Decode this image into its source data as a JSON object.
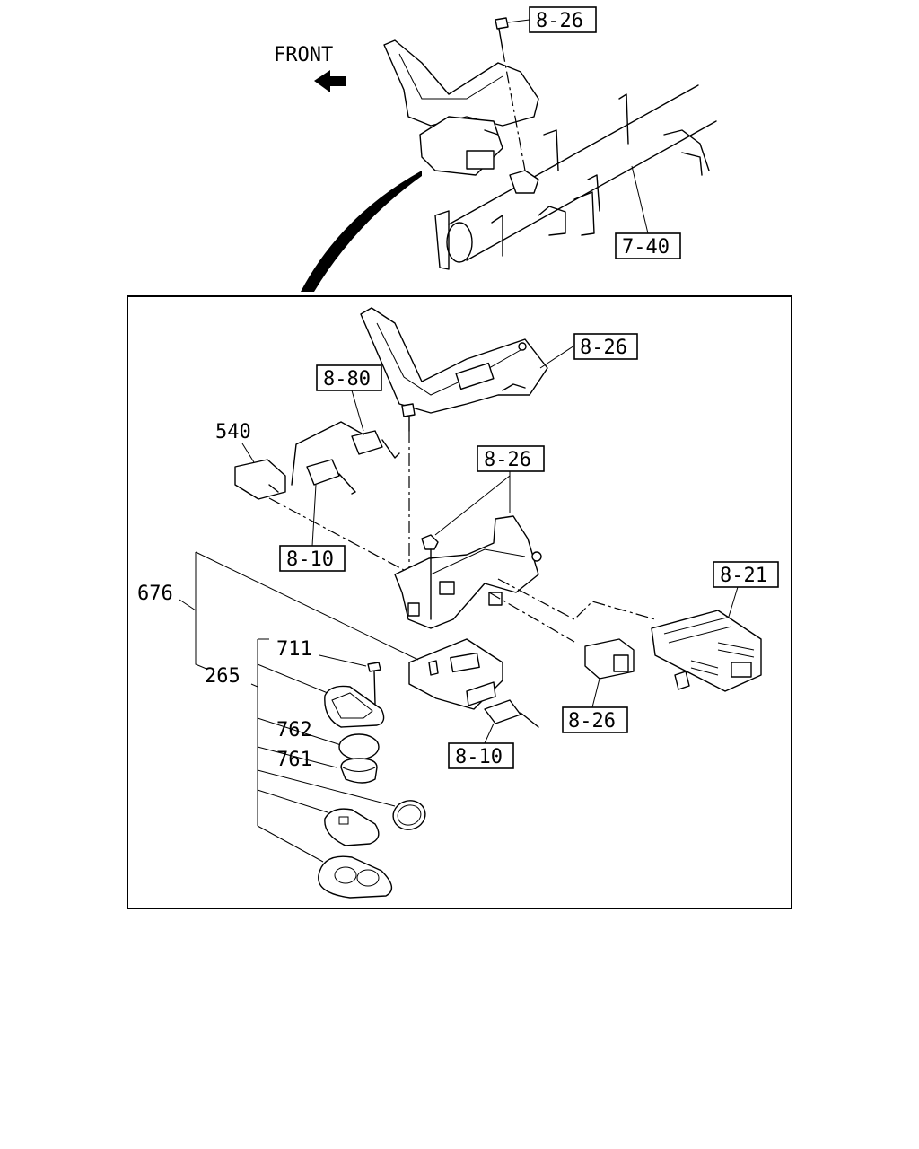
{
  "diagram": {
    "direction_label": "FRONT",
    "refs": {
      "r1": "8-26",
      "r2": "7-40",
      "r3": "8-26",
      "r4": "8-80",
      "r5": "8-26",
      "r6": "8-10",
      "r7": "8-21",
      "r8": "8-26",
      "r9": "8-10"
    },
    "parts": {
      "p540": "540",
      "p676": "676",
      "p265": "265",
      "p711": "711",
      "p762": "762",
      "p761": "761"
    }
  }
}
